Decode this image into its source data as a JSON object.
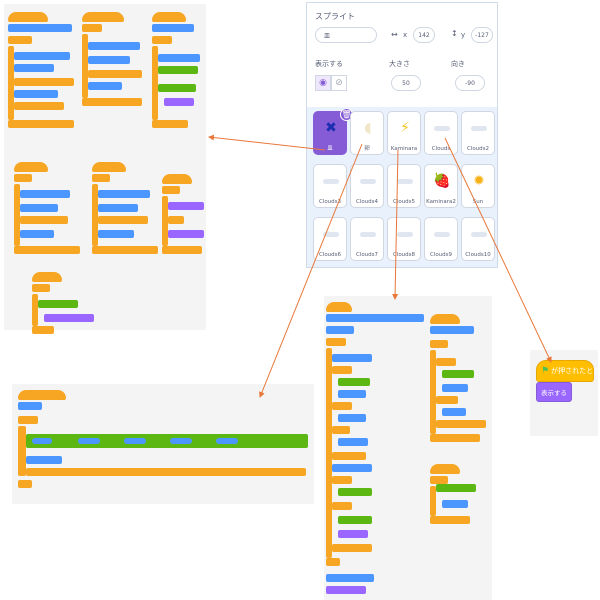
{
  "sprite_panel": {
    "sprite_label": "スプライト",
    "name_value": "皿",
    "x_label": "x",
    "x_value": "142",
    "y_label": "y",
    "y_value": "-127",
    "show_label": "表示する",
    "size_label": "大きさ",
    "size_value": "50",
    "direction_label": "向き",
    "direction_value": "-90"
  },
  "sprites": [
    {
      "name": "皿",
      "icon": "plate-robot-icon",
      "selected": true
    },
    {
      "name": "卵",
      "icon": "egg-icon"
    },
    {
      "name": "Kaminara",
      "icon": "lightning-icon"
    },
    {
      "name": "Clouds",
      "icon": "cloud-icon"
    },
    {
      "name": "Clouds2",
      "icon": "cloud-icon"
    },
    {
      "name": "Clouds3",
      "icon": "cloud-icon"
    },
    {
      "name": "Clouds4",
      "icon": "cloud-icon"
    },
    {
      "name": "Clouds5",
      "icon": "cloud-icon"
    },
    {
      "name": "Kaminara2",
      "icon": "strawberry-icon"
    },
    {
      "name": "Sun",
      "icon": "sun-icon"
    },
    {
      "name": "Clouds6",
      "icon": "cloud-icon"
    },
    {
      "name": "Clouds7",
      "icon": "cloud-icon"
    },
    {
      "name": "Clouds8",
      "icon": "cloud-icon"
    },
    {
      "name": "Clouds9",
      "icon": "cloud-icon"
    },
    {
      "name": "Clouds10",
      "icon": "cloud-icon"
    }
  ],
  "flag_script": {
    "hat_label": "が押されたとき",
    "show_block_label": "表示する"
  },
  "colors": {
    "arrow": "#e8773a",
    "selected": "#855cd6",
    "events": "#ffbf00",
    "looks": "#9966ff",
    "control": "#ffab19",
    "motion": "#4c97ff",
    "operators": "#59c059"
  }
}
